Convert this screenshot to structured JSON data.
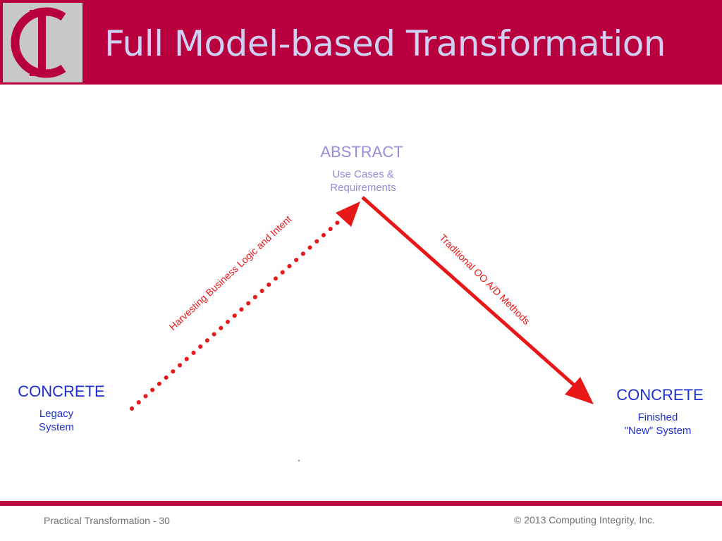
{
  "slide": {
    "title": "Full Model-based Transformation",
    "logo_text": "CI"
  },
  "diagram": {
    "abstract": {
      "heading": "ABSTRACT",
      "line1": "Use Cases &",
      "line2": "Requirements"
    },
    "concrete_left": {
      "heading": "CONCRETE",
      "line1": "Legacy",
      "line2": "System"
    },
    "concrete_right": {
      "heading": "CONCRETE",
      "line1": "Finished",
      "line2": "\"New\" System"
    },
    "left_arrow_label": "Harvesting Business Logic and Intent",
    "right_arrow_label": "Traditional OO A/D Methods"
  },
  "footer": {
    "left": "Practical Transformation - 30",
    "right": "© 2013 Computing Integrity, Inc."
  },
  "colors": {
    "brand": "#b8003e",
    "arrow": "#e81818",
    "abstract_text": "#9a88d8",
    "concrete_text": "#1c2fd0",
    "title_text": "#d0d0f2"
  }
}
